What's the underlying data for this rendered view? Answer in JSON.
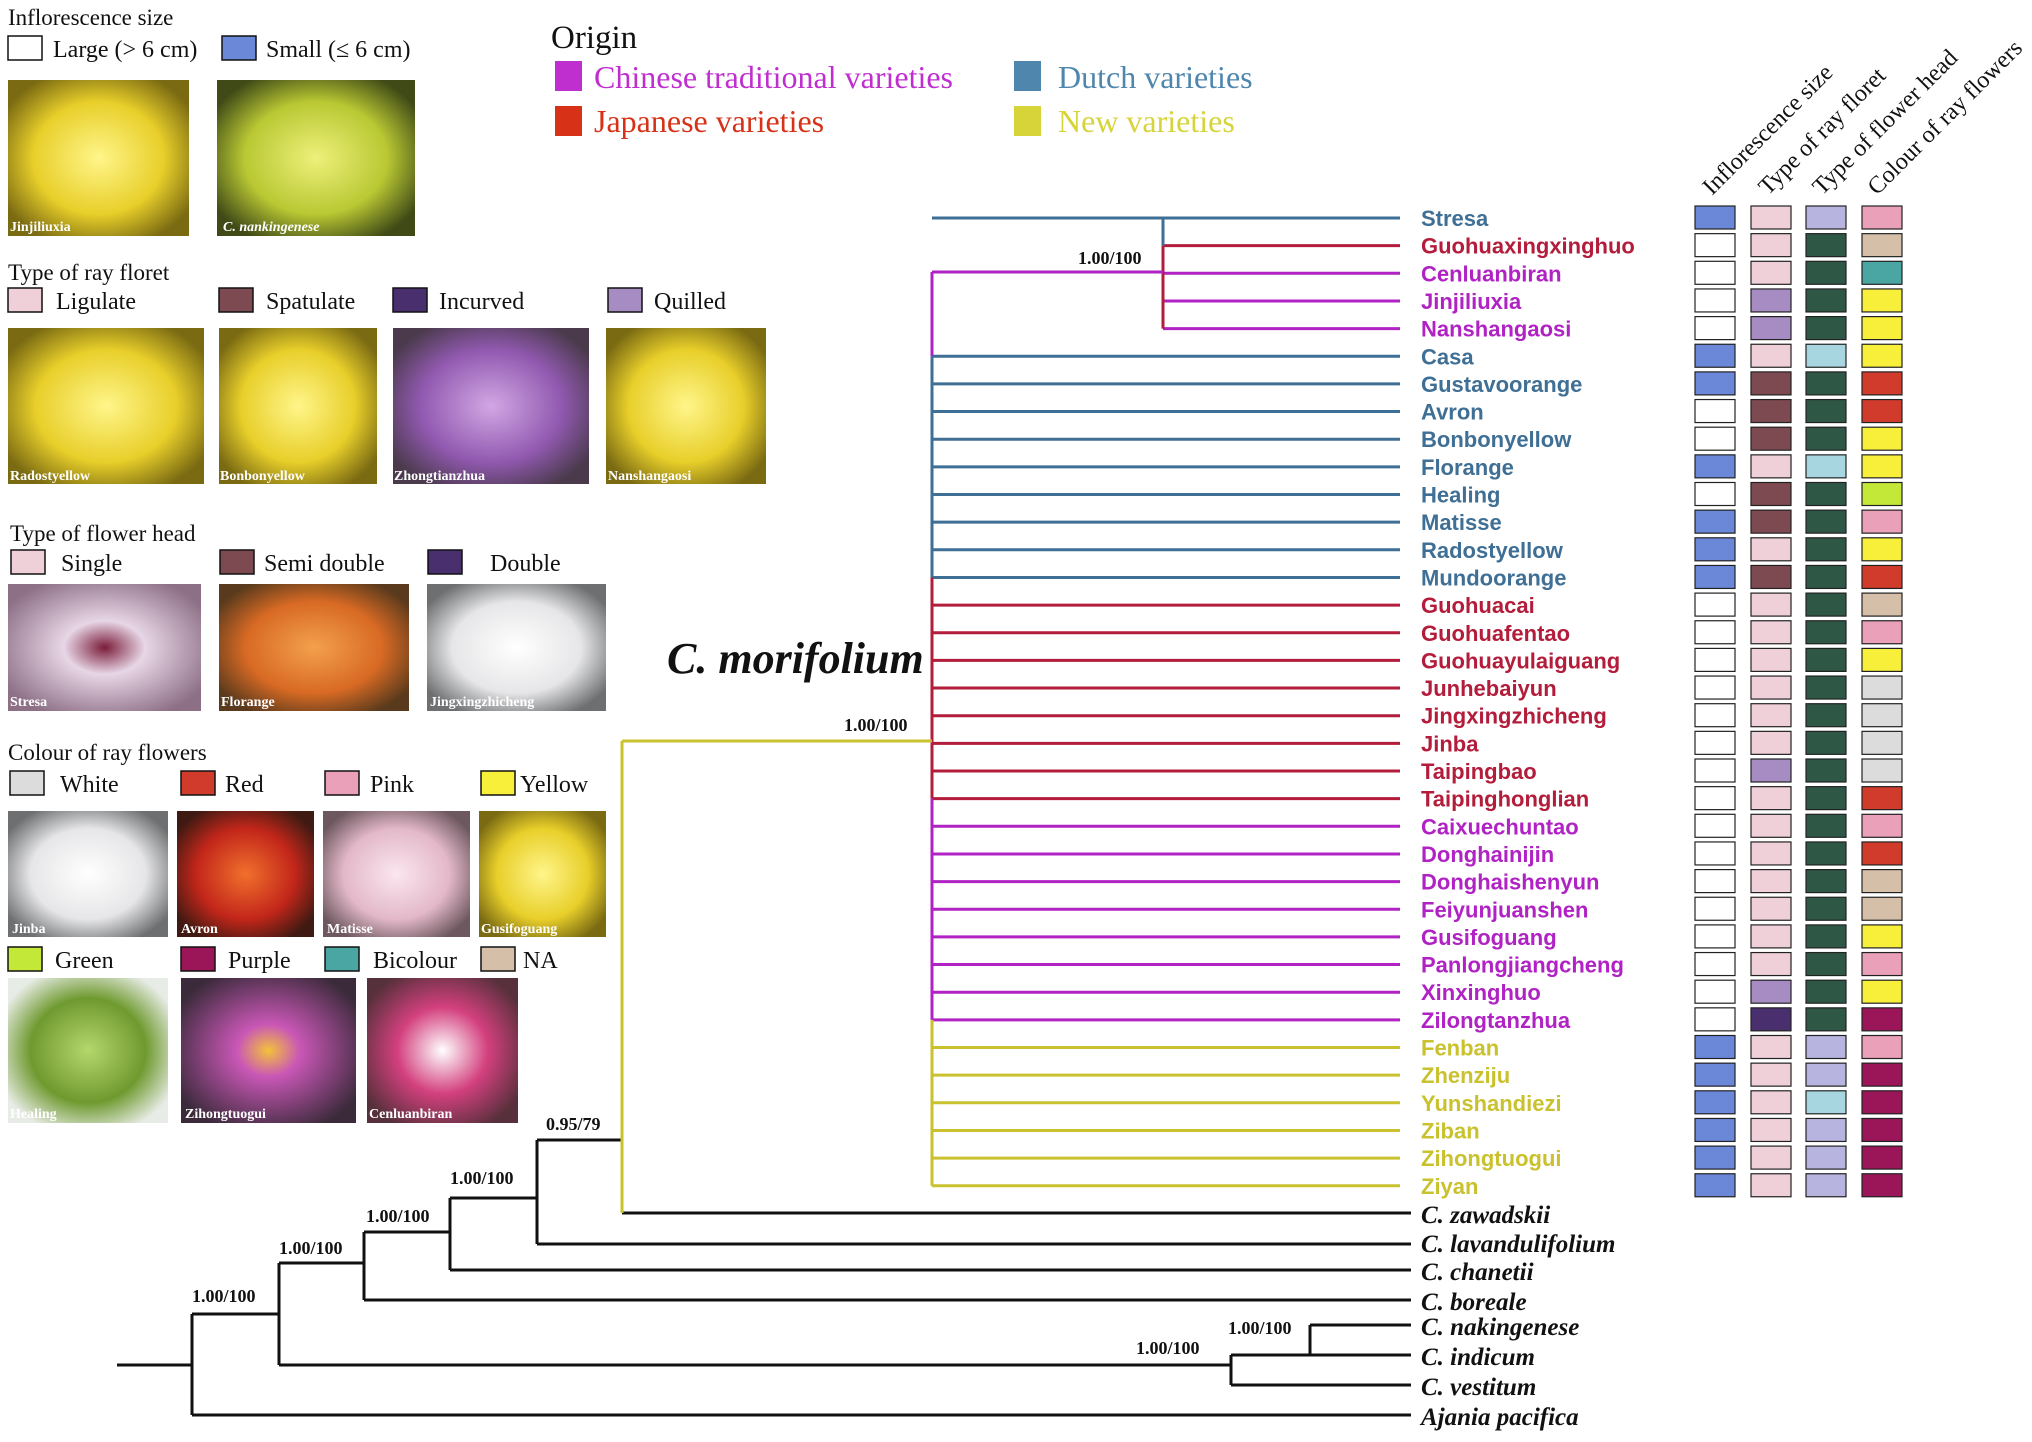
{
  "legend": {
    "inflorescence": {
      "title": "Inflorescence size",
      "items": [
        {
          "label": "Large (> 6 cm)",
          "color": "#ffffff"
        },
        {
          "label": "Small (≤ 6 cm)",
          "color": "#6a87d8"
        }
      ],
      "photos": [
        "Jinjiliuxia",
        "C. nankingenese"
      ]
    },
    "ray_floret": {
      "title": "Type of ray floret",
      "items": [
        {
          "label": "Ligulate",
          "color": "#efd0d8"
        },
        {
          "label": "Spatulate",
          "color": "#7e4a52"
        },
        {
          "label": "Incurved",
          "color": "#4a2f6e"
        },
        {
          "label": "Quilled",
          "color": "#a68cc2"
        }
      ],
      "photos": [
        "Radostyellow",
        "Bonbonyellow",
        "Zhongtianzhua",
        "Nanshangaosi"
      ]
    },
    "flower_head": {
      "title": "Type of flower head",
      "items": [
        {
          "label": "Single",
          "color": "#efd0d8"
        },
        {
          "label": "Semi double",
          "color": "#7e4a52"
        },
        {
          "label": "Double",
          "color": "#4a2f6e"
        }
      ],
      "photos": [
        "Stresa",
        "Florange",
        "Jingxingzhicheng"
      ]
    },
    "colour": {
      "title": "Colour of ray flowers",
      "row1": [
        {
          "label": "White",
          "color": "#dcdcdc"
        },
        {
          "label": "Red",
          "color": "#d13b2c"
        },
        {
          "label": "Pink",
          "color": "#e9a0b8"
        },
        {
          "label": "Yellow",
          "color": "#f7ef3a"
        }
      ],
      "row2": [
        {
          "label": "Green",
          "color": "#c4e838"
        },
        {
          "label": "Purple",
          "color": "#9b1658"
        },
        {
          "label": "Bicolour",
          "color": "#4aa6a2"
        },
        {
          "label": "NA",
          "color": "#d6bfa9"
        }
      ],
      "photos_row1": [
        "Jinba",
        "Avron",
        "Matisse",
        "Gusifoguang"
      ],
      "photos_row2": [
        "Healing",
        "Zihongtuogui",
        "Cenluanbiran"
      ]
    }
  },
  "origin": {
    "title": "Origin",
    "items": [
      {
        "label": "Chinese traditional varieties",
        "color": "#bf2fd0"
      },
      {
        "label": "Japanese varieties",
        "color": "#d73218"
      },
      {
        "label": "Dutch varieties",
        "color": "#4f86ad"
      },
      {
        "label": "New varieties",
        "color": "#d7d43a"
      }
    ]
  },
  "group_colors": {
    "Dutch": "#3f6f95",
    "Japanese": "#b31c3a",
    "Chinese": "#b022c4",
    "New": "#c9c22e"
  },
  "species_label": "C. morifolium",
  "column_headers": [
    "Inflorescence size",
    "Type of ray floret",
    "Type of flower head",
    "Colour of ray flowers"
  ],
  "trait_colors": {
    "L": "#ffffff",
    "S": "#6a87d8",
    "lig": "#efd0d8",
    "spa": "#7e4a52",
    "inc": "#4a2f6e",
    "qui": "#a68cc2",
    "sin": "#b7b4e0",
    "sem": "#a8d6e0",
    "dou": "#2f5746",
    "W": "#dcdcdc",
    "R": "#d13b2c",
    "P": "#e9a0b8",
    "Y": "#f7ef3a",
    "G": "#c4e838",
    "Pu": "#9b1658",
    "B": "#4aa6a2",
    "NA": "#d6bfa9"
  },
  "taxa": [
    {
      "name": "Stresa",
      "group": "Dutch",
      "traits": [
        "S",
        "lig",
        "sin",
        "P"
      ]
    },
    {
      "name": "Guohuaxingxinghuo",
      "group": "Japanese",
      "traits": [
        "L",
        "lig",
        "dou",
        "NA"
      ]
    },
    {
      "name": "Cenluanbiran",
      "group": "Chinese",
      "traits": [
        "L",
        "lig",
        "dou",
        "B"
      ]
    },
    {
      "name": "Jinjiliuxia",
      "group": "Chinese",
      "traits": [
        "L",
        "qui",
        "dou",
        "Y"
      ]
    },
    {
      "name": "Nanshangaosi",
      "group": "Chinese",
      "traits": [
        "L",
        "qui",
        "dou",
        "Y"
      ]
    },
    {
      "name": "Casa",
      "group": "Dutch",
      "traits": [
        "S",
        "lig",
        "sem",
        "Y"
      ]
    },
    {
      "name": "Gustavoorange",
      "group": "Dutch",
      "traits": [
        "S",
        "spa",
        "dou",
        "R"
      ]
    },
    {
      "name": "Avron",
      "group": "Dutch",
      "traits": [
        "L",
        "spa",
        "dou",
        "R"
      ]
    },
    {
      "name": "Bonbonyellow",
      "group": "Dutch",
      "traits": [
        "L",
        "spa",
        "dou",
        "Y"
      ]
    },
    {
      "name": "Florange",
      "group": "Dutch",
      "traits": [
        "S",
        "lig",
        "sem",
        "Y"
      ]
    },
    {
      "name": "Healing",
      "group": "Dutch",
      "traits": [
        "L",
        "spa",
        "dou",
        "G"
      ]
    },
    {
      "name": "Matisse",
      "group": "Dutch",
      "traits": [
        "S",
        "spa",
        "dou",
        "P"
      ]
    },
    {
      "name": "Radostyellow",
      "group": "Dutch",
      "traits": [
        "S",
        "lig",
        "dou",
        "Y"
      ]
    },
    {
      "name": "Mundoorange",
      "group": "Dutch",
      "traits": [
        "S",
        "spa",
        "dou",
        "R"
      ]
    },
    {
      "name": "Guohuacai",
      "group": "Japanese",
      "traits": [
        "L",
        "lig",
        "dou",
        "NA"
      ]
    },
    {
      "name": "Guohuafentao",
      "group": "Japanese",
      "traits": [
        "L",
        "lig",
        "dou",
        "P"
      ]
    },
    {
      "name": "Guohuayulaiguang",
      "group": "Japanese",
      "traits": [
        "L",
        "lig",
        "dou",
        "Y"
      ]
    },
    {
      "name": "Junhebaiyun",
      "group": "Japanese",
      "traits": [
        "L",
        "lig",
        "dou",
        "W"
      ]
    },
    {
      "name": "Jingxingzhicheng",
      "group": "Japanese",
      "traits": [
        "L",
        "lig",
        "dou",
        "W"
      ]
    },
    {
      "name": "Jinba",
      "group": "Japanese",
      "traits": [
        "L",
        "lig",
        "dou",
        "W"
      ]
    },
    {
      "name": "Taipingbao",
      "group": "Japanese",
      "traits": [
        "L",
        "qui",
        "dou",
        "W"
      ]
    },
    {
      "name": "Taipinghonglian",
      "group": "Japanese",
      "traits": [
        "L",
        "lig",
        "dou",
        "R"
      ]
    },
    {
      "name": "Caixuechuntao",
      "group": "Chinese",
      "traits": [
        "L",
        "lig",
        "dou",
        "P"
      ]
    },
    {
      "name": "Donghainijin",
      "group": "Chinese",
      "traits": [
        "L",
        "lig",
        "dou",
        "R"
      ]
    },
    {
      "name": "Donghaishenyun",
      "group": "Chinese",
      "traits": [
        "L",
        "lig",
        "dou",
        "NA"
      ]
    },
    {
      "name": "Feiyunjuanshen",
      "group": "Chinese",
      "traits": [
        "L",
        "lig",
        "dou",
        "NA"
      ]
    },
    {
      "name": "Gusifoguang",
      "group": "Chinese",
      "traits": [
        "L",
        "lig",
        "dou",
        "Y"
      ]
    },
    {
      "name": "Panlongjiangcheng",
      "group": "Chinese",
      "traits": [
        "L",
        "lig",
        "dou",
        "P"
      ]
    },
    {
      "name": "Xinxinghuo",
      "group": "Chinese",
      "traits": [
        "L",
        "qui",
        "dou",
        "Y"
      ]
    },
    {
      "name": "Zilongtanzhua",
      "group": "Chinese",
      "traits": [
        "L",
        "inc",
        "dou",
        "Pu"
      ]
    },
    {
      "name": "Fenban",
      "group": "New",
      "traits": [
        "S",
        "lig",
        "sin",
        "P"
      ]
    },
    {
      "name": "Zhenziju",
      "group": "New",
      "traits": [
        "S",
        "lig",
        "sin",
        "Pu"
      ]
    },
    {
      "name": "Yunshandiezi",
      "group": "New",
      "traits": [
        "S",
        "lig",
        "sem",
        "Pu"
      ]
    },
    {
      "name": "Ziban",
      "group": "New",
      "traits": [
        "S",
        "lig",
        "sin",
        "Pu"
      ]
    },
    {
      "name": "Zihongtuogui",
      "group": "New",
      "traits": [
        "S",
        "lig",
        "sin",
        "Pu"
      ]
    },
    {
      "name": "Ziyan",
      "group": "New",
      "traits": [
        "S",
        "lig",
        "sin",
        "Pu"
      ]
    }
  ],
  "outgroups": [
    "C. zawadskii",
    "C. lavandulifolium",
    "C. chanetii",
    "C. boreale",
    "C. nakingenese",
    "C. indicum",
    "C. vestitum",
    "Ajania pacifica"
  ],
  "support_values": [
    "1.00/100",
    "1.00/100",
    "0.95/79",
    "1.00/100",
    "1.00/100",
    "1.00/100",
    "1.00/100",
    "1.00/100",
    "1.00/100"
  ]
}
